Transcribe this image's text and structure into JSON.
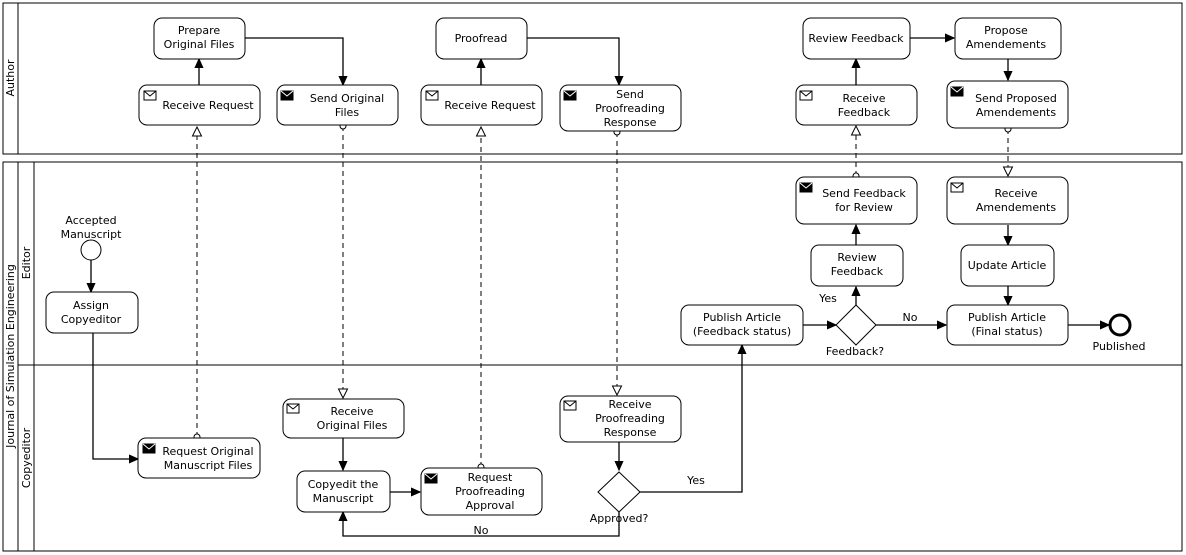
{
  "pools": {
    "author": {
      "label": "Author"
    },
    "journal": {
      "label": "Journal of Simulation Engineering"
    }
  },
  "lanes": {
    "editor": {
      "label": "Editor"
    },
    "copyeditor": {
      "label": "Copyeditor"
    }
  },
  "tasks": {
    "prepare_original_files": [
      "Prepare",
      "Original Files"
    ],
    "author_receive_request_1": [
      "Receive Request"
    ],
    "send_original_files": [
      "Send Original",
      "Files"
    ],
    "proofread": [
      "Proofread"
    ],
    "author_receive_request_2": [
      "Receive Request"
    ],
    "send_proofreading_response": [
      "Send",
      "Proofreading",
      "Response"
    ],
    "review_feedback_author": [
      "Review Feedback"
    ],
    "propose_amendements": [
      "Propose",
      "Amendements"
    ],
    "receive_feedback": [
      "Receive",
      "Feedback"
    ],
    "send_proposed_amendements": [
      "Send Proposed",
      "Amendements"
    ],
    "assign_copyeditor": [
      "Assign",
      "Copyeditor"
    ],
    "send_feedback_for_review": [
      "Send Feedback",
      "for Review"
    ],
    "receive_amendements": [
      "Receive",
      "Amendements"
    ],
    "review_feedback_editor": [
      "Review",
      "Feedback"
    ],
    "update_article": [
      "Update Article"
    ],
    "publish_article_feedback": [
      "Publish Article",
      "(Feedback status)"
    ],
    "publish_article_final": [
      "Publish Article",
      "(Final status)"
    ],
    "receive_original_files": [
      "Receive",
      "Original Files"
    ],
    "request_original_files": [
      "Request Original",
      "Manuscript Files"
    ],
    "copyedit_manuscript": [
      "Copyedit the",
      "Manuscript"
    ],
    "request_proofreading_approval": [
      "Request",
      "Proofreading",
      "Approval"
    ],
    "receive_proofreading_response": [
      "Receive",
      "Proofreading",
      "Response"
    ]
  },
  "events": {
    "start": [
      "Accepted",
      "Manuscript"
    ],
    "end": [
      "Published"
    ]
  },
  "gateways": {
    "feedback": "Feedback?",
    "approved": "Approved?"
  },
  "flow_labels": {
    "feedback_yes": "Yes",
    "feedback_no": "No",
    "approved_yes": "Yes",
    "approved_no": "No"
  }
}
